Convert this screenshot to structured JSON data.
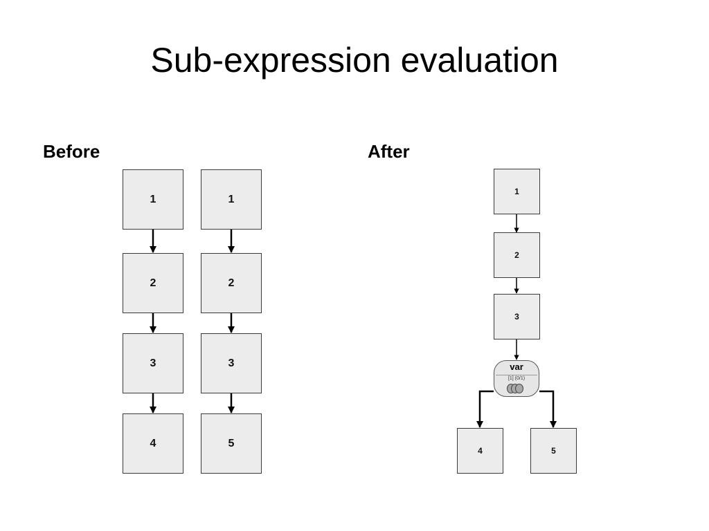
{
  "slide": {
    "title": "Sub-expression evaluation"
  },
  "before": {
    "label": "Before",
    "left_column": [
      "1",
      "2",
      "3",
      "4"
    ],
    "right_column": [
      "1",
      "2",
      "3",
      "5"
    ]
  },
  "after": {
    "label": "After",
    "chain": [
      "1",
      "2",
      "3"
    ],
    "var_node": {
      "title": "var",
      "info": "[1] (0/1)"
    },
    "branches": [
      "4",
      "5"
    ]
  },
  "colors": {
    "box_fill": "#ececec",
    "box_border": "#3a3a3a",
    "arrow": "#000000"
  }
}
